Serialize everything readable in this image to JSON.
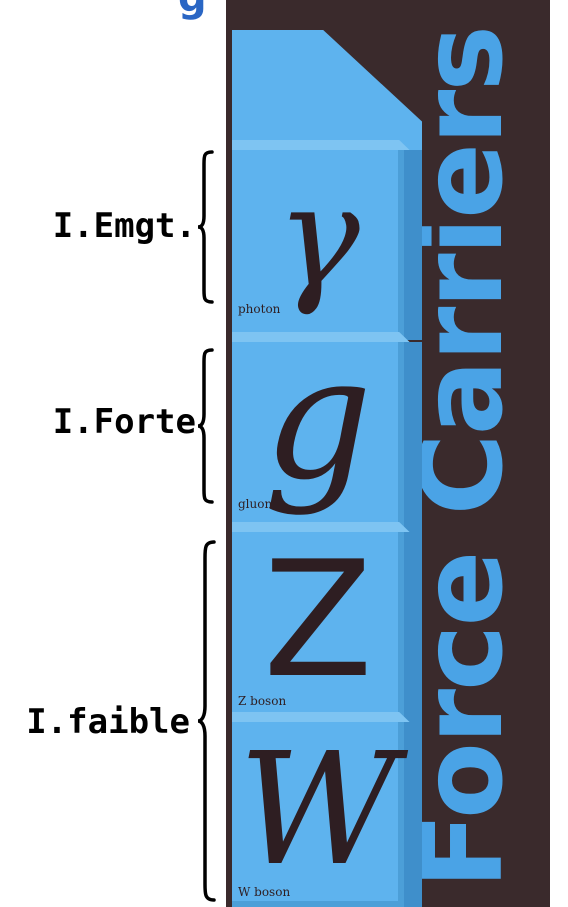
{
  "header": {
    "partial_title": "g"
  },
  "panel": {
    "title": "Force Carriers",
    "colors": {
      "panel": "#3a2a2c",
      "tile": "#5eb3ee",
      "text": "#4aa3e6"
    }
  },
  "particles": [
    {
      "symbol": "γ",
      "name": "photon"
    },
    {
      "symbol": "g",
      "name": "gluon"
    },
    {
      "symbol": "Z",
      "name": "Z boson"
    },
    {
      "symbol": "W",
      "name": "W boson"
    }
  ],
  "groups": [
    {
      "label": "I.Emgt."
    },
    {
      "label": "I.Forte"
    },
    {
      "label": "I.faible"
    }
  ]
}
